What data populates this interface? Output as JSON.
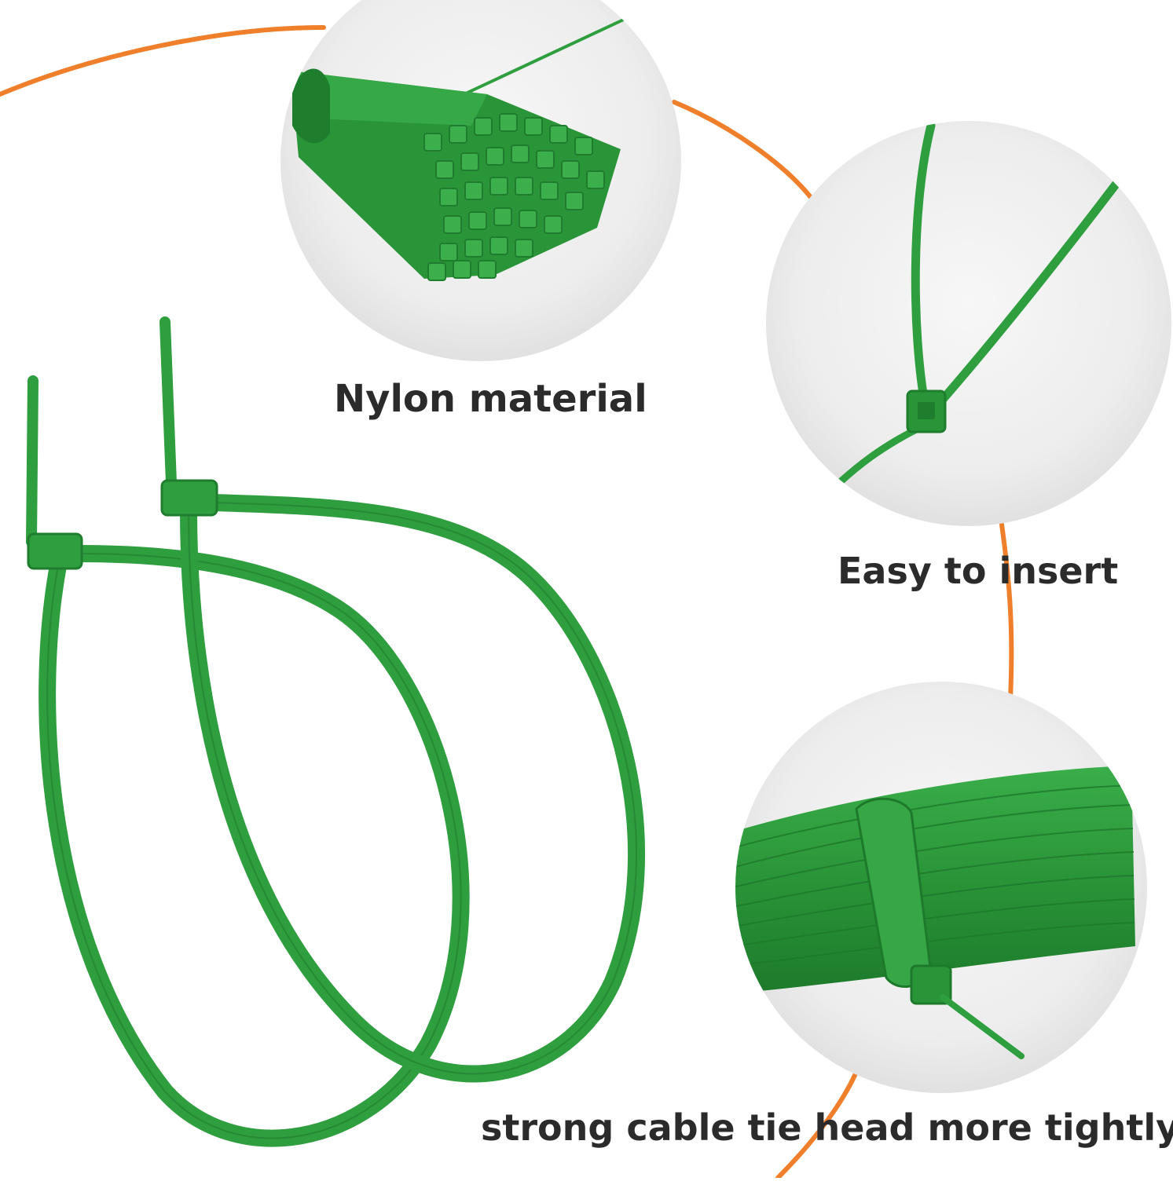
{
  "captions": {
    "nylon": "Nylon material",
    "insert": "Easy to insert",
    "strong": "strong cable tie head more tightly"
  },
  "colors": {
    "background": "#ffffff",
    "accent_curve": "#f07f2c",
    "tie_green": "#2f9e3f",
    "tie_green_dark": "#1f7d2e",
    "circle_bg": "#ececec",
    "caption_text": "#2b2b2b"
  },
  "icons": {
    "bundle_heads": "cable-tie-bundle-heads-photo",
    "single_tie": "single-cable-tie-photo",
    "bundle_side": "cable-tie-bundle-side-photo",
    "loops": "two-looped-cable-ties-photo"
  }
}
